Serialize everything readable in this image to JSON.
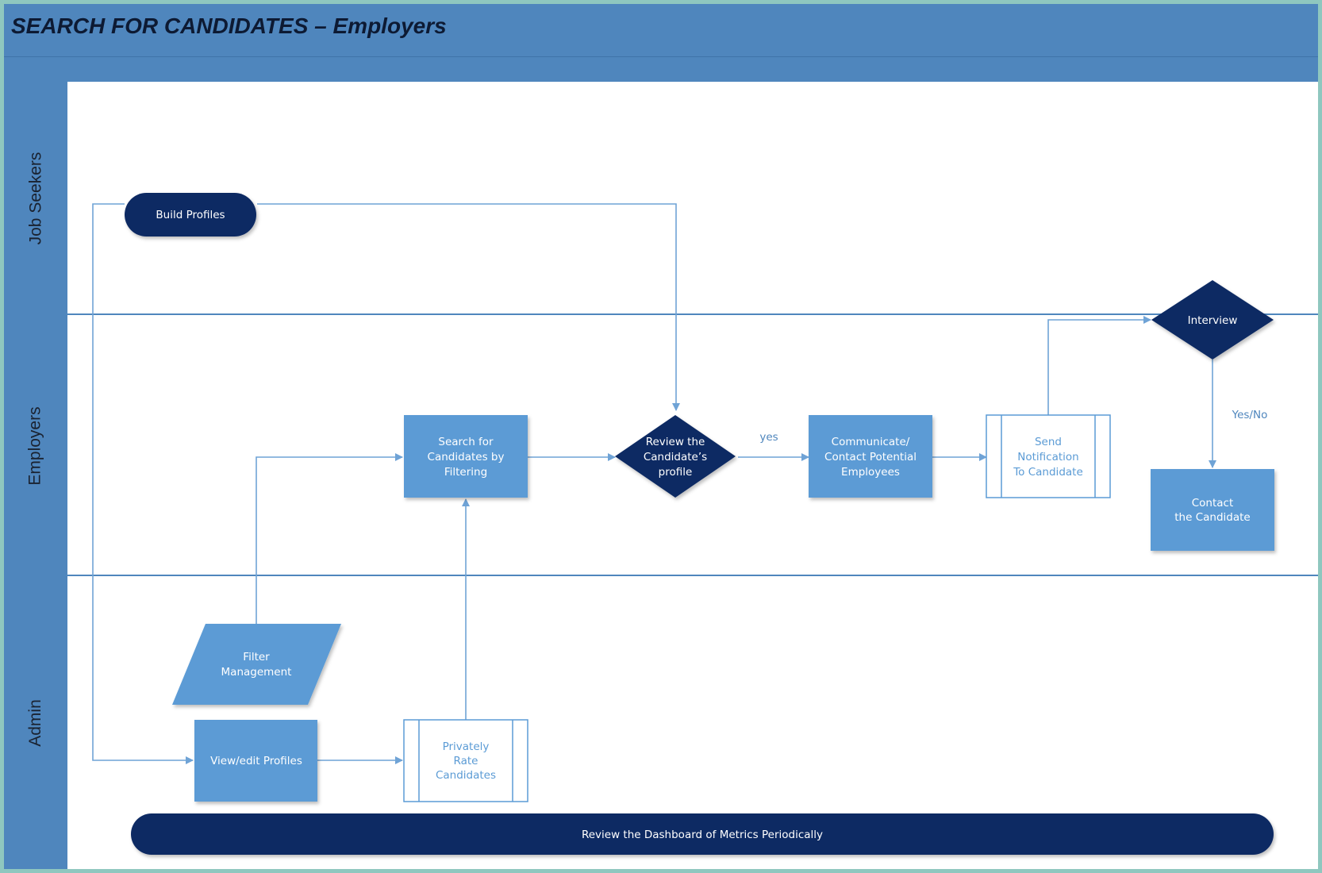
{
  "title": "SEARCH FOR CANDIDATES – Employers",
  "lanes": {
    "job_seekers": "Job Seekers",
    "employers": "Employers",
    "admin": "Admin"
  },
  "nodes": {
    "build_profiles": "Build Profiles",
    "search_filtering": [
      "Search for",
      "Candidates by",
      "Filtering"
    ],
    "review_profile": [
      "Review the",
      "Candidate’s",
      "profile"
    ],
    "communicate": [
      "Communicate/",
      "Contact Potential",
      "Employees"
    ],
    "send_notification": [
      "Send",
      "Notification",
      "To Candidate"
    ],
    "interview": "Interview",
    "contact_candidate": [
      "Contact",
      "the Candidate"
    ],
    "filter_management": [
      "Filter",
      "Management"
    ],
    "view_edit_profiles": "View/edit Profiles",
    "privately_rate": [
      "Privately",
      "Rate",
      "Candidates"
    ],
    "review_dashboard": "Review the Dashboard of Metrics Periodically"
  },
  "edge_labels": {
    "yes": "yes",
    "yes_no": "Yes/No"
  },
  "colors": {
    "header": "#4f86bd",
    "process": "#5b9bd5",
    "dark_node": "#0d2a63",
    "connector": "#6fa3d6"
  }
}
